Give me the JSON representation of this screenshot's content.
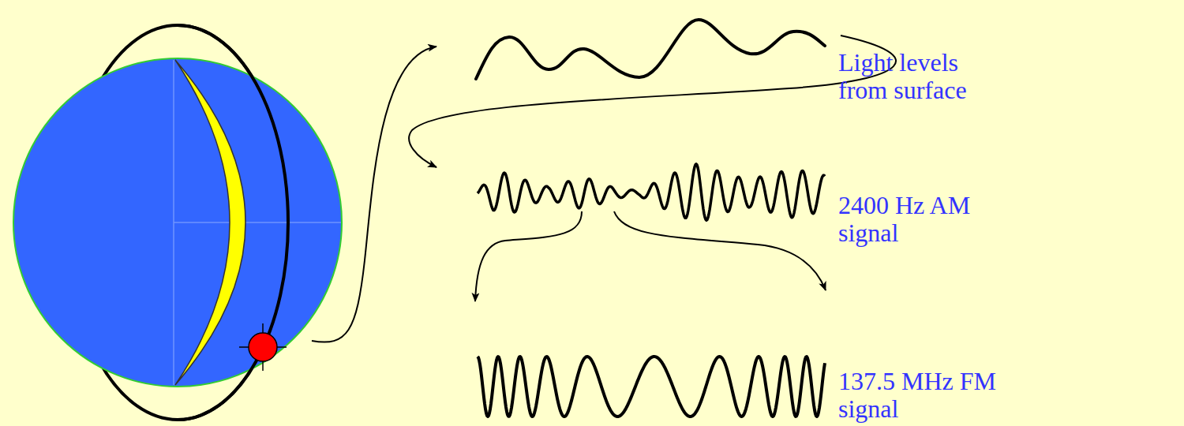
{
  "diagram": {
    "labels": [
      "Light levels from surface",
      "2400 Hz AM signal",
      "137.5 MHz FM signal"
    ]
  }
}
